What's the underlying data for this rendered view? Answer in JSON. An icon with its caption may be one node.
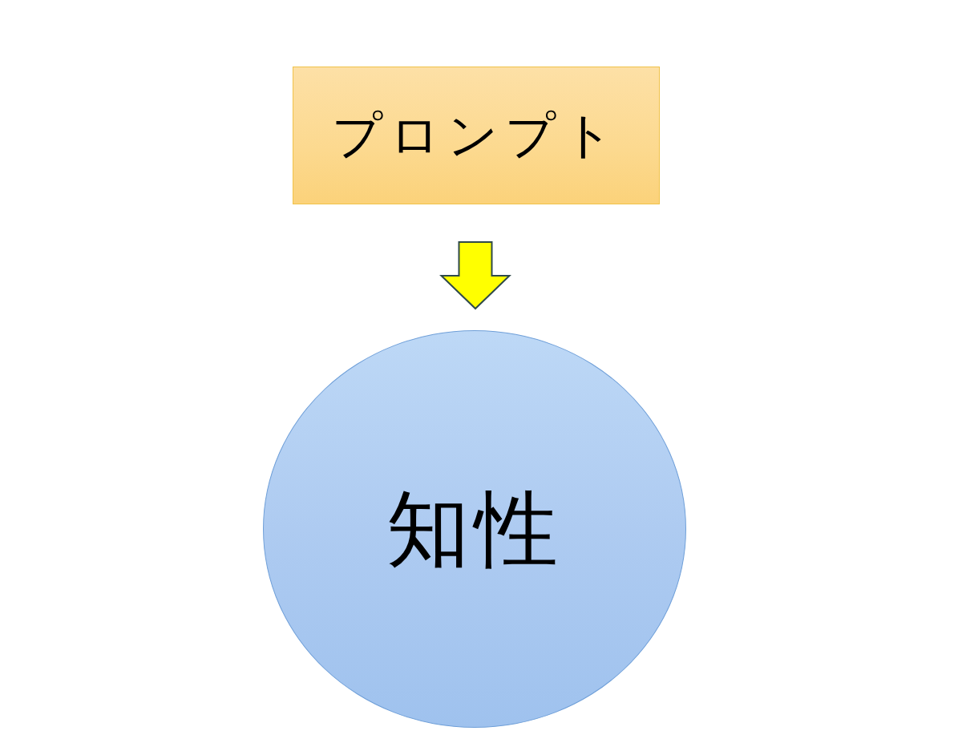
{
  "diagram": {
    "nodes": [
      {
        "text": [
          "プロンプト"
        ]
      },
      {
        "text": [
          "知性"
        ]
      }
    ],
    "edges": [
      {
        "from": 0,
        "to": 1,
        "arrow": "to"
      }
    ]
  }
}
